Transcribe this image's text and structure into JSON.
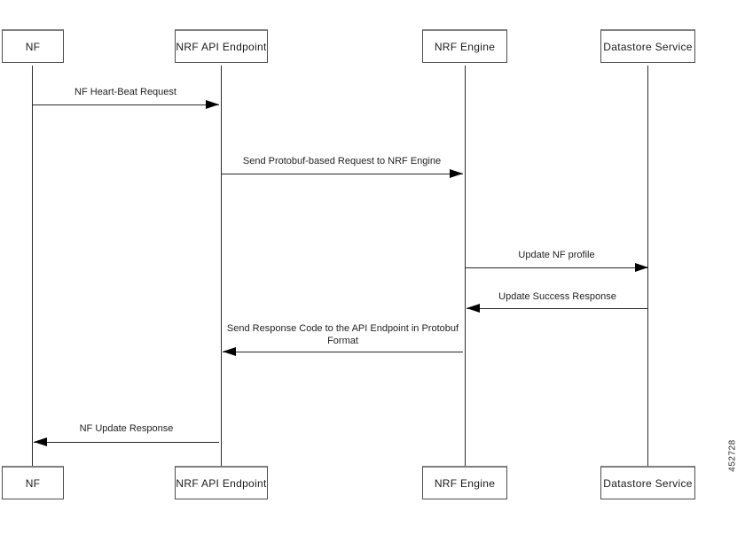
{
  "figure_label": "452728",
  "actors": [
    {
      "name": "NF"
    },
    {
      "name": "NRF API Endpoint"
    },
    {
      "name": "NRF Engine"
    },
    {
      "name": "Datastore Service"
    }
  ],
  "messages": [
    {
      "label": "NF Heart-Beat Request",
      "from": "NF",
      "to": "NRF API Endpoint",
      "direction": "right"
    },
    {
      "label": "Send Protobuf-based Request to NRF Engine",
      "from": "NRF API Endpoint",
      "to": "NRF Engine",
      "direction": "right"
    },
    {
      "label": "Update NF profile",
      "from": "NRF Engine",
      "to": "Datastore Service",
      "direction": "right"
    },
    {
      "label": "Update Success Response",
      "from": "Datastore Service",
      "to": "NRF Engine",
      "direction": "left"
    },
    {
      "label": "Send Response Code to the API Endpoint in Protobuf Format",
      "label_lines": [
        "Send Response Code to the API Endpoint in Protobuf",
        "Format"
      ],
      "from": "NRF Engine",
      "to": "NRF API Endpoint",
      "direction": "left"
    },
    {
      "label": "NF Update Response",
      "from": "NRF API Endpoint",
      "to": "NF",
      "direction": "left"
    }
  ],
  "colors": {
    "background": "#ffffff",
    "box_border": "#4d4d4d",
    "box_border_top": "#7f7f7f",
    "line": "#262626",
    "arrowhead": "#000000",
    "text": "#1a1a1a"
  }
}
